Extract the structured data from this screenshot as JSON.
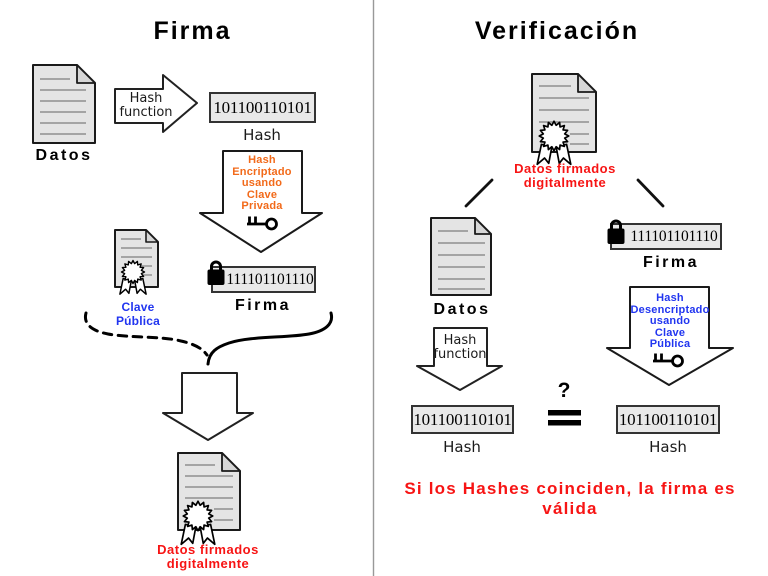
{
  "colors": {
    "orange": "#f26a1a",
    "blue": "#2135f0",
    "red": "#f71414",
    "divider": "#999999"
  },
  "left_panel": {
    "title": "Firma",
    "source_doc_label": "Datos",
    "hash_arrow_label": "Hash\nfunction",
    "hash_value": "101100110101",
    "hash_caption": "Hash",
    "encrypt_arrow_label": "Hash\nEncriptado\nusando\nClave\nPrivada",
    "public_key_label": "Clave\nPública",
    "signature_value": "111101101110",
    "signature_caption": "Firma",
    "signed_doc_label": "Datos firmados\ndigitalmente"
  },
  "right_panel": {
    "title": "Verificación",
    "signed_doc_label": "Datos firmados\ndigitalmente",
    "source_doc_label": "Datos",
    "signature_value": "111101101110",
    "signature_caption": "Firma",
    "hash_arrow_label": "Hash\nfunction",
    "decrypt_arrow_label": "Hash\nDesencriptado\nusando\nClave\nPública",
    "hash_left_value": "101100110101",
    "hash_left_caption": "Hash",
    "hash_right_value": "101100110101",
    "hash_right_caption": "Hash",
    "comparison_mark": "?",
    "conclusion": "Si los Hashes coinciden, la firma es válida"
  }
}
